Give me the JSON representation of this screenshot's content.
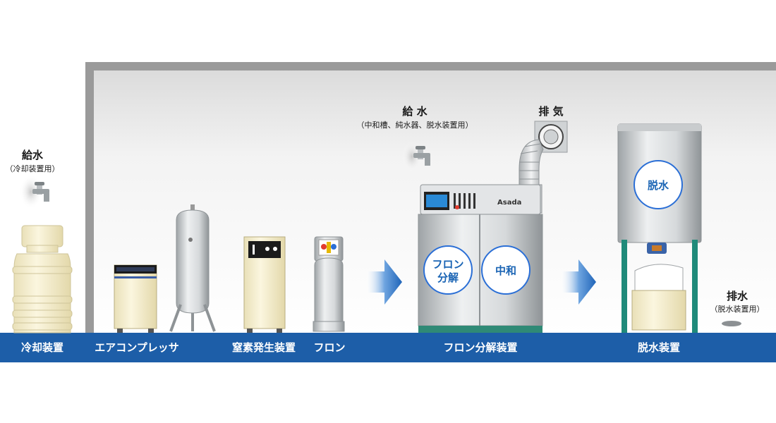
{
  "floor_labels": {
    "cooling": "冷却装置",
    "compressor": "エアコンプレッサ",
    "nitrogen": "窒素発生装置",
    "freon": "フロン",
    "decomposer": "フロン分解装置",
    "dehydrator": "脱水装置"
  },
  "water_supply_cooling": {
    "title": "給水",
    "sub": "（冷却装置用）"
  },
  "water_supply_main": {
    "title": "給 水",
    "sub": "（中和槽、純水器、脱水装置用）"
  },
  "exhaust": {
    "title": "排 気"
  },
  "drain": {
    "title": "排水",
    "sub": "（脱水装置用）"
  },
  "decomposer": {
    "brand": "Asada",
    "circle_left_line1": "フロン",
    "circle_left_line2": "分解",
    "circle_right": "中和"
  },
  "dehydrator": {
    "circle": "脱水"
  },
  "colors": {
    "floor": "#1d5ea8",
    "arrow": "#2b75c9",
    "circle_text": "#1a64b4",
    "pillar": "#1f8a7a"
  }
}
